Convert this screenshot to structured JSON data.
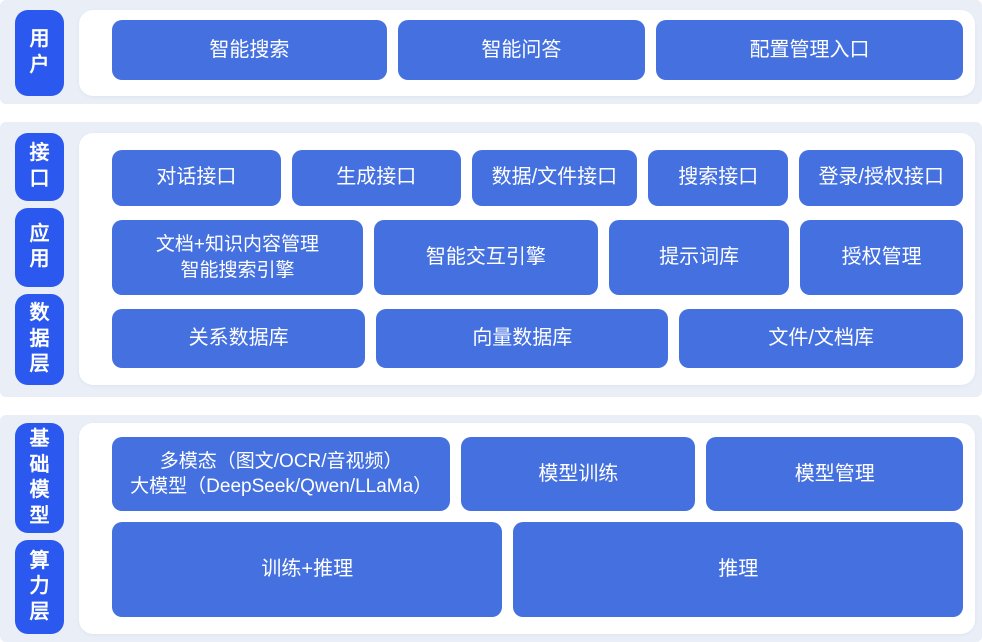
{
  "colors": {
    "band": "#e9eef7",
    "panel": "#ffffff",
    "pill_blue": "#2b58ee",
    "box_blue": "#4571e0",
    "text_white": "#ffffff",
    "page_bg": "#ffffff"
  },
  "layers": [
    {
      "pills": [
        {
          "label": "用户"
        }
      ],
      "rows": [
        {
          "boxes": [
            {
              "label": "智能搜索"
            },
            {
              "label": "智能问答"
            },
            {
              "label": "配置管理入口"
            }
          ]
        }
      ]
    },
    {
      "pills": [
        {
          "label": "接口"
        },
        {
          "label": "应用"
        },
        {
          "label": "数据层"
        }
      ],
      "rows": [
        {
          "boxes": [
            {
              "label": "对话接口"
            },
            {
              "label": "生成接口"
            },
            {
              "label": "数据/文件接口"
            },
            {
              "label": "搜索接口"
            },
            {
              "label": "登录/授权接口"
            }
          ]
        },
        {
          "boxes": [
            {
              "label": "文档+知识内容管理",
              "label2": "智能搜索引擎"
            },
            {
              "label": "智能交互引擎"
            },
            {
              "label": "提示词库"
            },
            {
              "label": "授权管理"
            }
          ]
        },
        {
          "boxes": [
            {
              "label": "关系数据库"
            },
            {
              "label": "向量数据库"
            },
            {
              "label": "文件/文档库"
            }
          ]
        }
      ]
    },
    {
      "pills": [
        {
          "label": "基础模型"
        },
        {
          "label": "算力层"
        }
      ],
      "rows": [
        {
          "boxes": [
            {
              "label": "多模态（图文/OCR/音视频）",
              "label2": "大模型（DeepSeek/Qwen/LLaMa）"
            },
            {
              "label": "模型训练"
            },
            {
              "label": "模型管理"
            }
          ]
        },
        {
          "boxes": [
            {
              "label": "训练+推理"
            },
            {
              "label": "推理"
            }
          ]
        }
      ]
    }
  ]
}
